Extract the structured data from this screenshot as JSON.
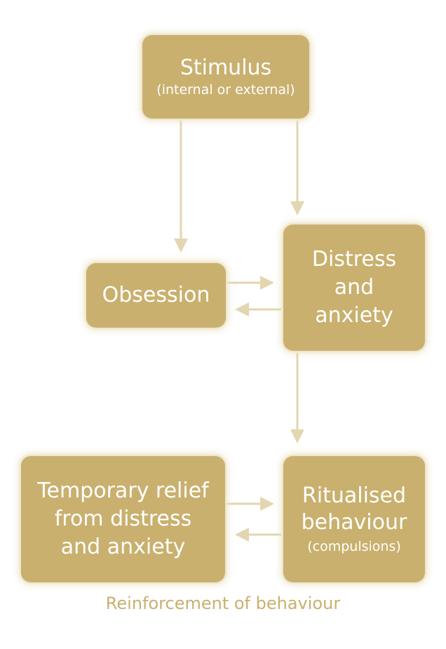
{
  "nodes": {
    "stimulus": {
      "title": "Stimulus",
      "subtitle": "(internal or external)"
    },
    "obsession": {
      "title": "Obsession"
    },
    "distress": {
      "line1": "Distress",
      "line2": "and",
      "line3": "anxiety"
    },
    "relief": {
      "line1": "Temporary relief",
      "line2": "from distress",
      "line3": "and anxiety"
    },
    "ritual": {
      "line1": "Ritualised",
      "line2": "behaviour",
      "subtitle": "(compulsions)"
    }
  },
  "caption": "Reinforcement of behaviour",
  "colors": {
    "box_fill": "#c9b06e",
    "box_text": "#ffffff",
    "arrow": "#e3d6b0",
    "caption": "#c9b06e"
  }
}
